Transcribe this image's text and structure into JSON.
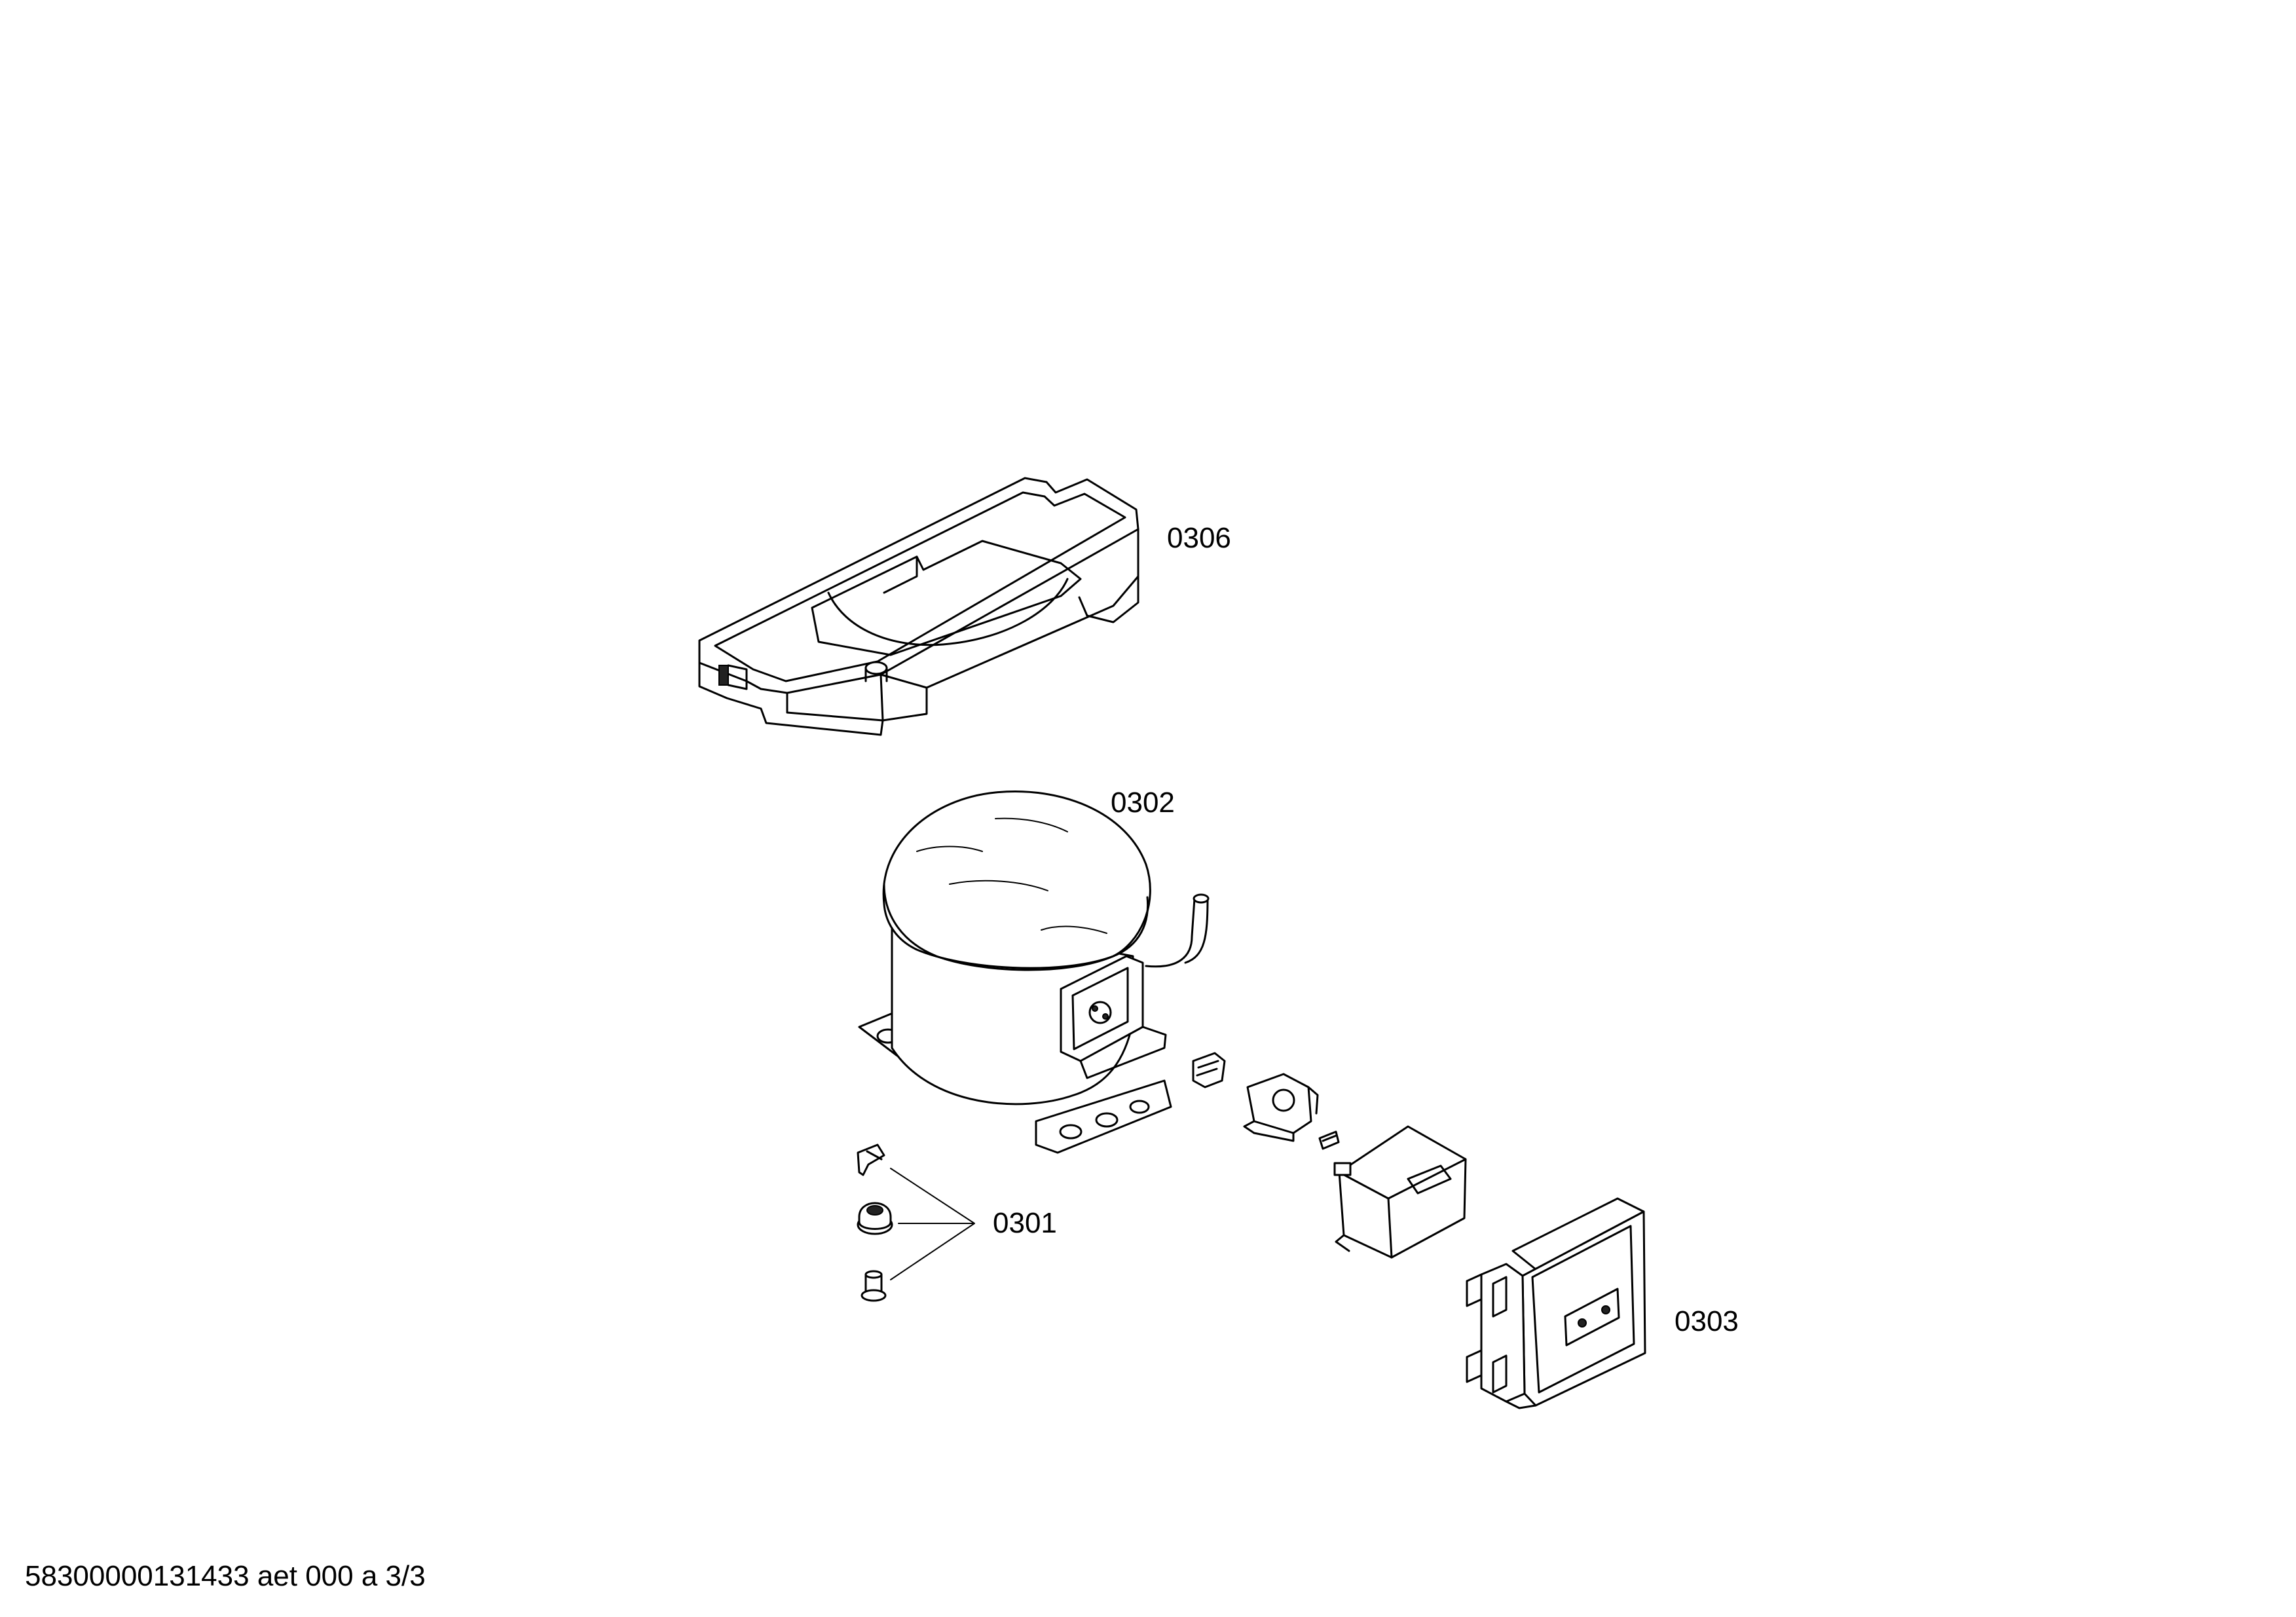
{
  "labels": {
    "part_0306": "0306",
    "part_0302": "0302",
    "part_0301": "0301",
    "part_0303": "0303"
  },
  "footer": {
    "document_id": "58300000131433 aet 000 a 3/3"
  },
  "colors": {
    "line": "#000000",
    "background": "#ffffff"
  }
}
